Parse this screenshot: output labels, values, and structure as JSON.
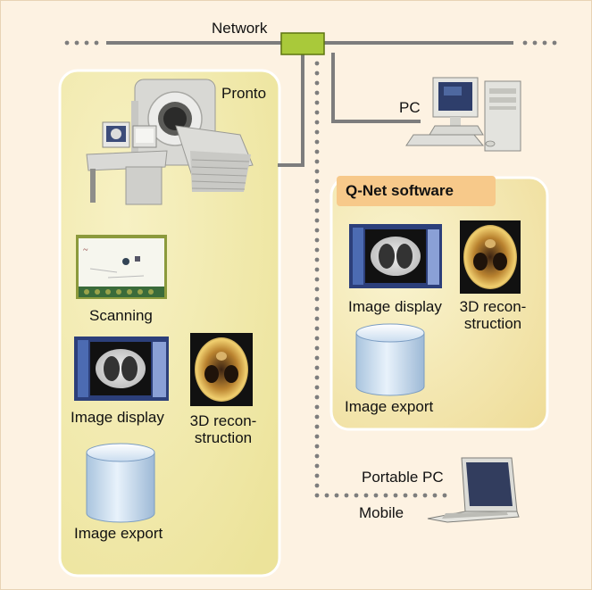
{
  "network": {
    "label": "Network"
  },
  "pronto_box": {
    "device_label": "Pronto",
    "items": {
      "scanning": "Scanning",
      "image_display": "Image display",
      "reconstruction": "3D recon-\nstruction",
      "image_export": "Image export"
    }
  },
  "pc": {
    "label": "PC"
  },
  "qnet_box": {
    "title": "Q-Net software",
    "items": {
      "image_display": "Image display",
      "reconstruction": "3D recon-\nstruction",
      "image_export": "Image export"
    }
  },
  "portable": {
    "label": "Portable PC",
    "sub_label": "Mobile"
  },
  "colors": {
    "background": "#fdf2e2",
    "panel_fill": "#f2e9a4",
    "panel_border": "#ffffff",
    "network_line": "#7d7d7d",
    "hub_fill": "#a9c93a",
    "qnet_title_fill": "#f7c98a"
  },
  "icons": [
    "ct-scanner-icon",
    "desktop-pc-icon",
    "laptop-icon",
    "database-cylinder-icon",
    "ct-lung-scan-thumbnail",
    "brain-3d-thumbnail",
    "scanning-screen-thumbnail"
  ]
}
